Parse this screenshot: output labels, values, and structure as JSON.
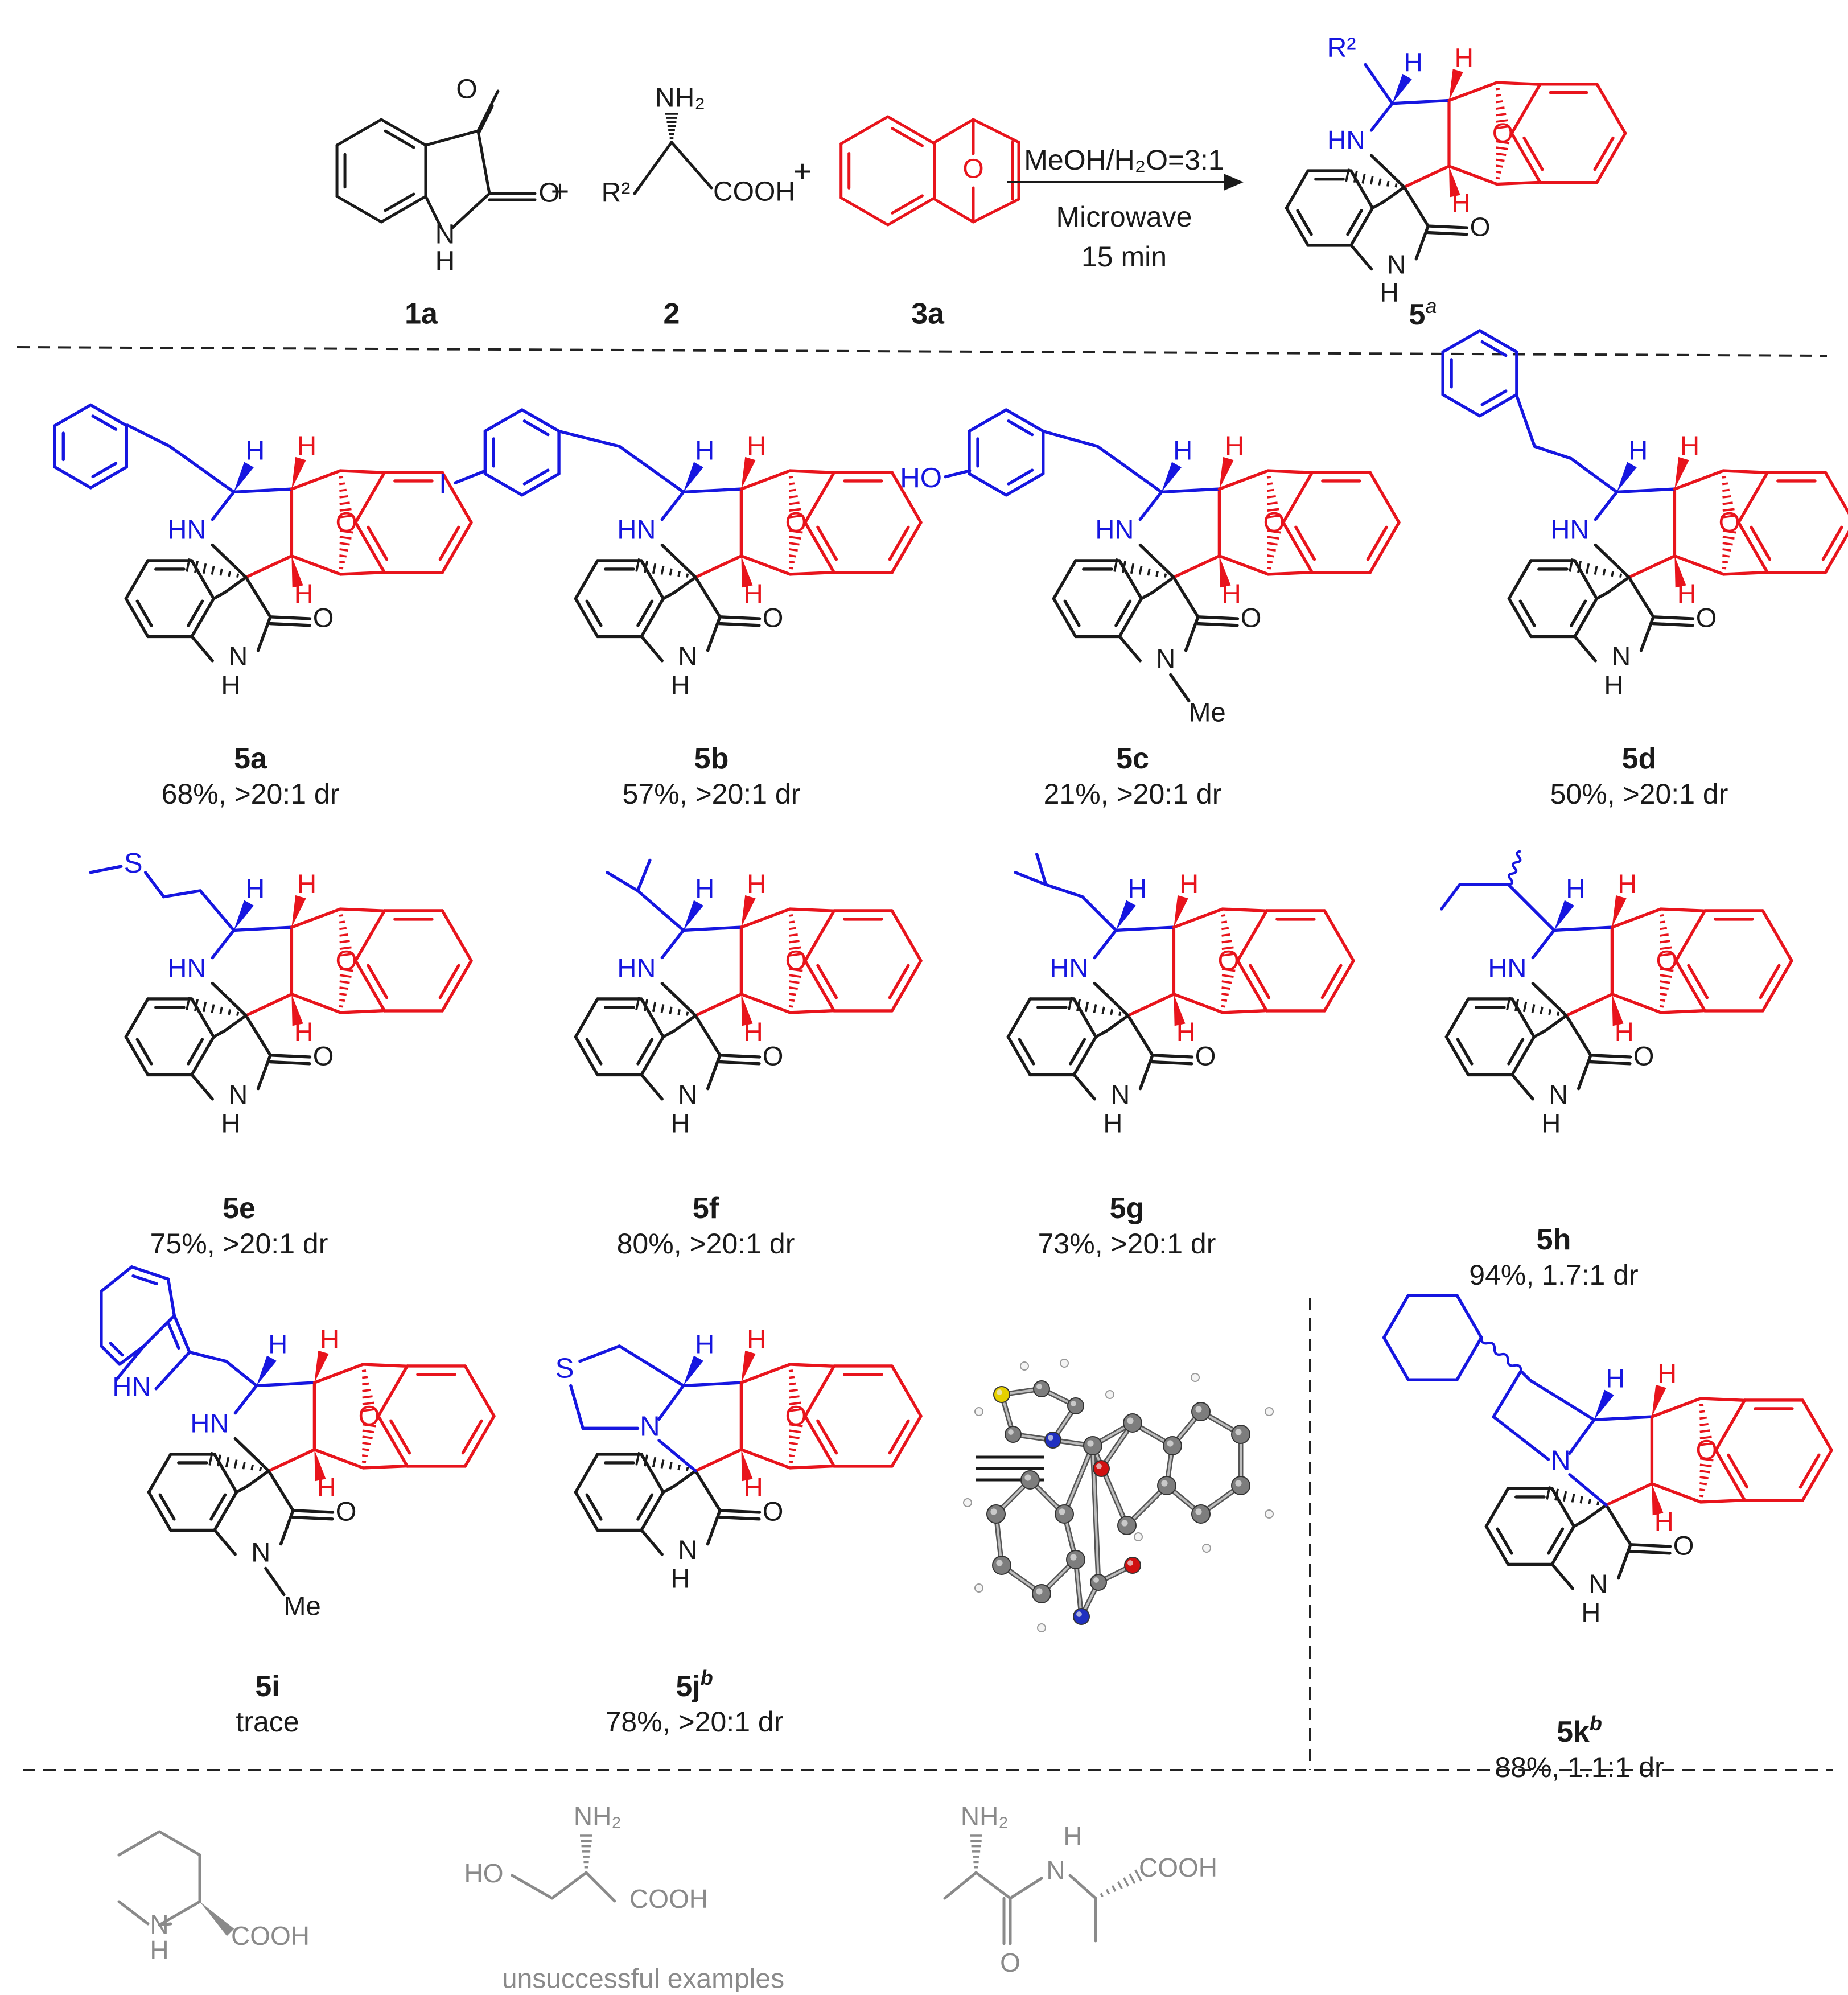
{
  "colors": {
    "black": "#1a1a1a",
    "blue": "#1616e0",
    "red": "#e8141c",
    "gray": "#8a8a8a",
    "yellow": "#e6d000",
    "navy": "#2030c0",
    "crimson": "#d01010"
  },
  "scheme": {
    "isatin_O_top": "O",
    "isatin_O_side": "O",
    "isatin_N": "N",
    "isatin_H": "H",
    "plus": "+",
    "aa_nh2": "NH₂",
    "aa_r2": "R²",
    "aa_cooh": "COOH",
    "dienophile_O": "O",
    "condition_top": "MeOH/H₂O=3:1",
    "condition_mid": "Microwave",
    "condition_bot": "15 min",
    "reactant1": "1a",
    "reactant2": "2",
    "reactant3": "3a",
    "product": "5",
    "product_sup": "a",
    "prod_r2": "R²"
  },
  "atoms": {
    "H": "H",
    "HN": "HN",
    "N": "N",
    "O": "O",
    "NH_N": "N",
    "NH_H": "H",
    "N_Me_N": "N",
    "Me": "Me",
    "I": "I",
    "HO": "HO",
    "S": "S"
  },
  "products": [
    {
      "id": "5a",
      "yield": "68%, >20:1 dr"
    },
    {
      "id": "5b",
      "yield": "57%, >20:1 dr"
    },
    {
      "id": "5c",
      "yield": "21%, >20:1 dr"
    },
    {
      "id": "5d",
      "yield": "50%, >20:1 dr"
    },
    {
      "id": "5e",
      "yield": "75%, >20:1 dr"
    },
    {
      "id": "5f",
      "yield": "80%, >20:1 dr"
    },
    {
      "id": "5g",
      "yield": "73%, >20:1 dr"
    },
    {
      "id": "5h",
      "yield": "94%, 1.7:1 dr"
    },
    {
      "id": "5i",
      "yield": "trace"
    },
    {
      "id": "5j",
      "sup": "b",
      "yield": "78%,  >20:1 dr"
    },
    {
      "id": "5k",
      "sup": "b",
      "yield": "88%, 1.1:1 dr"
    }
  ],
  "unsuccessful": {
    "caption": "unsuccessful examples",
    "pip_nh": "N",
    "pip_h": "H",
    "pip_cooh": "COOH",
    "ser_nh2": "NH₂",
    "ser_ho": "HO",
    "ser_cooh": "COOH",
    "dip_nh2": "NH₂",
    "dip_n": "N",
    "dip_h": "H",
    "dip_o": "O",
    "dip_cooh": "COOH"
  }
}
